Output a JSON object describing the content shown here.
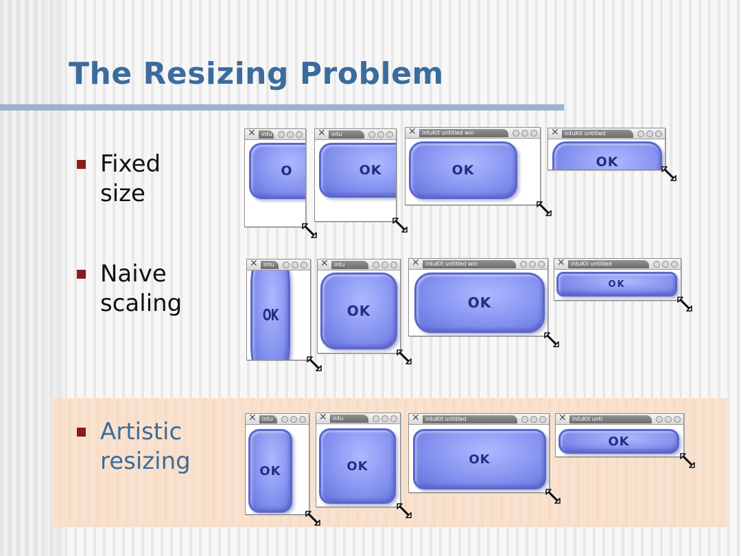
{
  "slide": {
    "title": "The Resizing Problem"
  },
  "rows": [
    {
      "label": "Fixed\nsize",
      "accent": false,
      "windows": [
        {
          "title": "intu",
          "button_label": "O"
        },
        {
          "title": "intu",
          "button_label": "OK"
        },
        {
          "title": "intuKit untitled win",
          "button_label": "OK"
        },
        {
          "title": "intuKit untitled",
          "button_label": "OK"
        }
      ]
    },
    {
      "label": "Naive\nscaling",
      "accent": false,
      "windows": [
        {
          "title": "intu",
          "button_label": "OK"
        },
        {
          "title": "intu",
          "button_label": "OK"
        },
        {
          "title": "intuKit untitled win",
          "button_label": "OK"
        },
        {
          "title": "intuKit untitled",
          "button_label": "OK"
        }
      ]
    },
    {
      "label": "Artistic\nresizing",
      "accent": true,
      "windows": [
        {
          "title": "intu",
          "button_label": "OK"
        },
        {
          "title": "intu",
          "button_label": "OK"
        },
        {
          "title": "intuKit untitled",
          "button_label": "OK"
        },
        {
          "title": "intuKit unti",
          "button_label": "OK"
        }
      ]
    }
  ],
  "colors": {
    "title": "#3b6c9c",
    "bullet": "#8b1a1a",
    "button_fill": "#8694f0",
    "highlight_band": "#f7dcc6"
  },
  "icons": {
    "window_close": "x-icon",
    "window_controls": "circle-icon",
    "resize_handle": "resize-arrow-icon"
  }
}
